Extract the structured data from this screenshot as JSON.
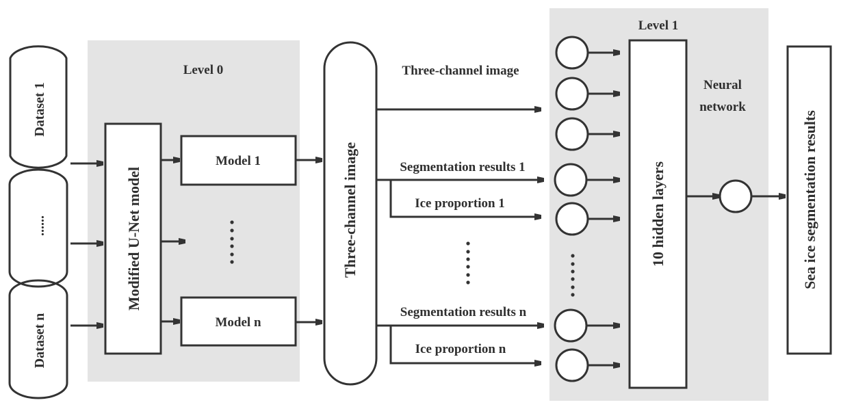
{
  "diagram": {
    "level0": {
      "title": "Level 0",
      "unet_label": "Modified U-Net model",
      "models": [
        "Model 1",
        "Model n"
      ]
    },
    "datasets": [
      "Dataset 1",
      "......",
      "Dataset n"
    ],
    "three_channel_cylinder": "Three-channel image",
    "edges": {
      "three_channel": "Three-channel image",
      "seg1": "Segmentation results 1",
      "ice1": "Ice proportion 1",
      "segn": "Segmentation results n",
      "icen": "Ice proportion n"
    },
    "level1": {
      "title": "Level 1",
      "hidden_label": "10 hidden layers",
      "nn_label_line1": "Neural",
      "nn_label_line2": "network"
    },
    "output_label": "Sea ice segmentation results",
    "colors": {
      "panel": "#e4e4e4",
      "stroke": "#333333",
      "text": "#2f2f2f"
    }
  }
}
